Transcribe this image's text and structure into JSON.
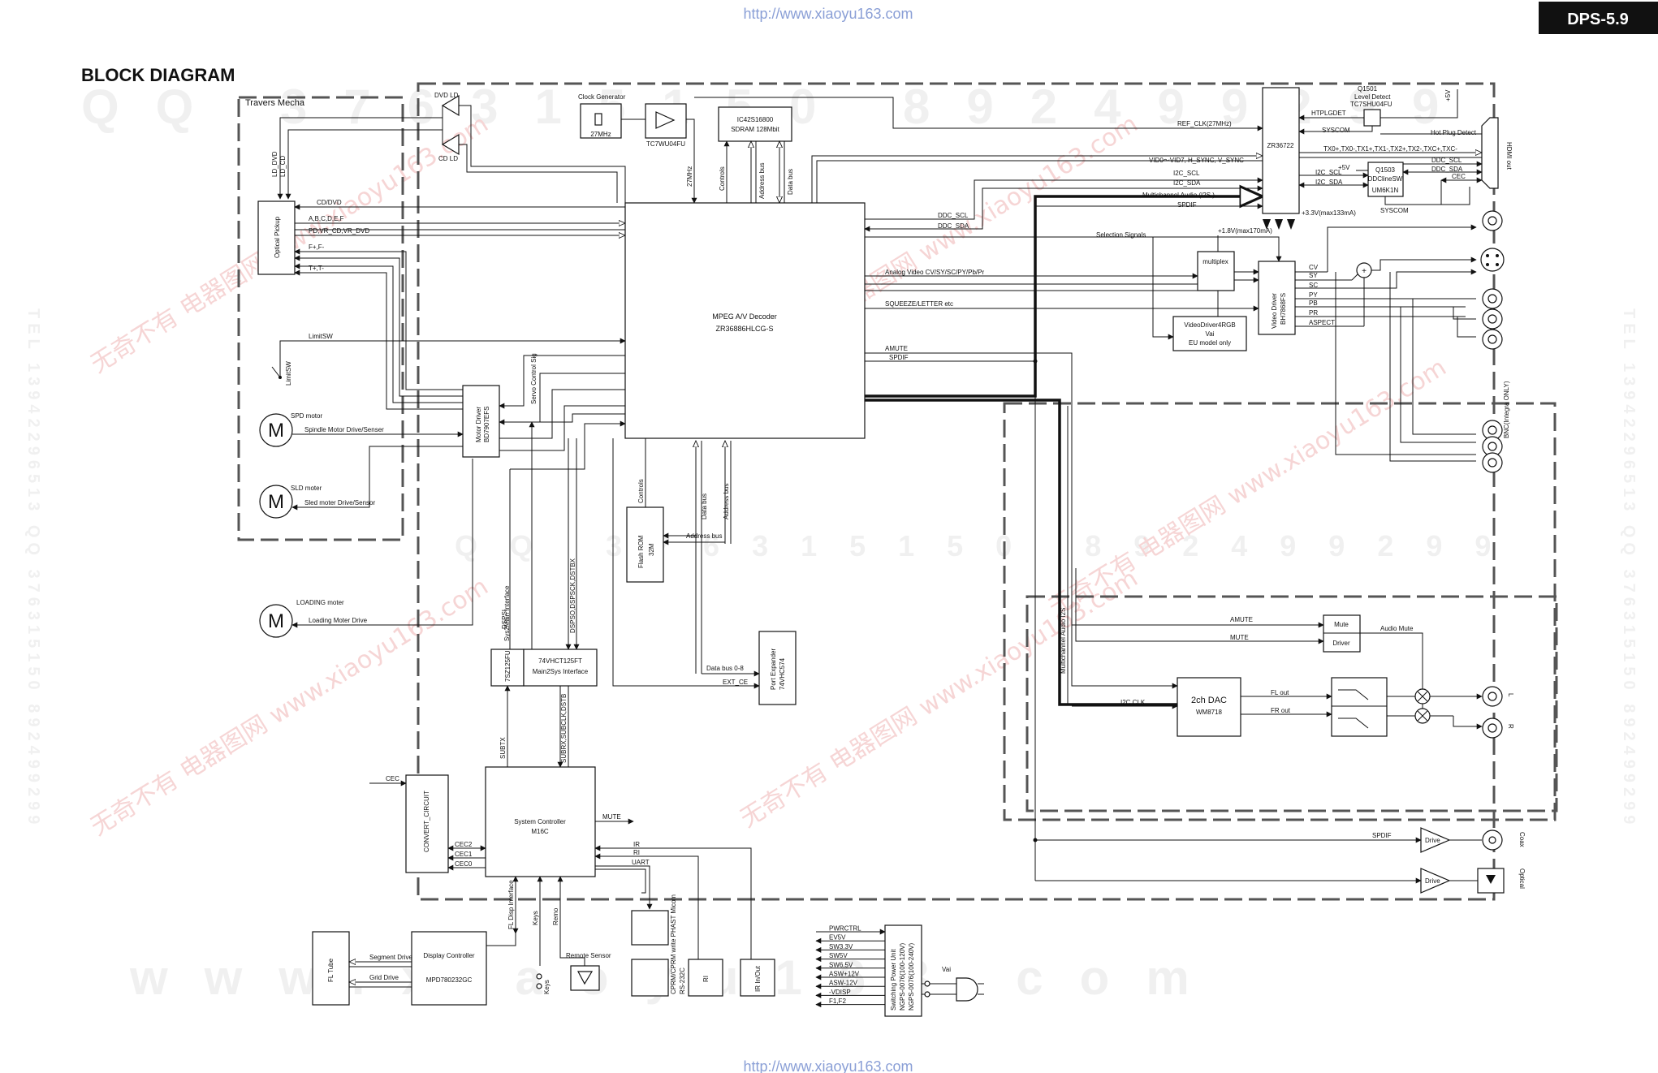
{
  "header": {
    "url_top": "http://www.xiaoyu163.com",
    "url_bottom": "http://www.xiaoyu163.com",
    "model_badge": "DPS-5.9",
    "title": "BLOCK DIAGRAM"
  },
  "watermarks": {
    "row1": "QQ 376315150 892499299",
    "row2": "QQ 376315150 892499299",
    "row3": "www.xiaoyu163.com",
    "red": "无奇不有 电器图网 www.xiaoyu163.com",
    "side_right": "TEL 13942296513 QQ 376315150 892499299",
    "side_left": "TEL 13942296513 QQ 376315150 892499299"
  },
  "travers": {
    "title": "Travers Mecha",
    "dvd_ld": "DVD LD",
    "cd_ld": "CD LD",
    "ld_dvd": "LD_DVD",
    "ld_cd": "LD_CD",
    "cd_dvd": "CD/DVD",
    "optical_pickup": "Optical Pickup",
    "abcdef": "A,B,C,D,E,F",
    "pd_vr": "PD,VR_CD,VR_DVD",
    "f_pm": "F+,F-",
    "t_pm": "T+,T-",
    "limit_sw": "LimitSW",
    "limit_sw2": "LimitSW",
    "spd_motor": "SPD motor",
    "spindle": "Spindle Motor Drive/Senser",
    "sld_motor": "SLD moter",
    "sled": "Sled moter Drive/Sensor",
    "loading_motor": "LOADING moter",
    "loading_drive": "Loading Moter Drive",
    "motor_driver": "Motor Driver",
    "motor_driver_ic": "BD7907EFS"
  },
  "top": {
    "clock_gen": "Clock Generator",
    "clock_freq": "27MHz",
    "buffer_ic": "TC7WU04FU",
    "mhz27": "27MHz",
    "sdram_ic": "IC42S16800",
    "sdram_desc": "SDRAM 128Mbit",
    "controls": "Controls",
    "addr_bus": "Address bus",
    "data_bus": "Data bus"
  },
  "decoder": {
    "name": "MPEG A/V Decoder",
    "ic": "ZR36886HLCG-S",
    "servo": "Servo Control Sig",
    "ddc_scl": "DDC_SCL",
    "ddc_sda": "DDC_SDA",
    "selection": "Selection Signals",
    "analog_video": "Analog Video CV/SY/SC/PY/Pb/Pr",
    "squeeze": "SQUEEZE/LETTER etc",
    "amute": "AMUTE",
    "spdif": "SPDIF"
  },
  "hdmi": {
    "ref_clk": "REF_CLK(27MHz)",
    "vid": "VID0～VID7, H_SYNC, V_SYNC",
    "i2c_scl": "I2C_SCL",
    "i2c_sda": "I2C_SDA",
    "multich": "Multichannel Audio (I2S )",
    "spdif": "SPDIF",
    "zr": "ZR36722",
    "q1501": "Q1501",
    "level_detect": "Level Detect",
    "level_ic": "TC7SHU04FU",
    "htplgdet": "HTPLGDET",
    "syscom": "SYSCOM",
    "hot_plug": "Hot Plug Detect",
    "tx": "TX0+,TX0-,TX1+,TX1-,TX2+,TX2-,TXC+,TXC-",
    "ddc_scl": "DDC_SCL",
    "ddc_sda": "DDC_SDA",
    "cec": "CEC",
    "q1503": "Q1503",
    "ddcline": "DDClineSW",
    "um": "UM6K1N",
    "i2c_scl2": "I2C_SCL",
    "i2c_sda2": "I2C_SDA",
    "syscom2": "SYSCOM",
    "plus5v": "+5V",
    "plus5v2": "+5V",
    "v33": "+3.3V(max133mA)",
    "hdmi_out": "HDMI out"
  },
  "video": {
    "v18": "+1.8V(max170mA)",
    "multiplex": "multiplex",
    "video_driver": "Video Driver",
    "video_ic": "BH7868FS",
    "vd4rgb": "VideoDriver4RGB",
    "vai": "Vai",
    "eu": "EU model only",
    "cv": "CV",
    "sy": "SY",
    "sc": "SC",
    "py": "PY",
    "pb": "PB",
    "pr": "PR",
    "aspect": "ASPECT",
    "bnc": "BNC(Integra ONLY)"
  },
  "audio": {
    "multich": "Multichannel Audio I2S",
    "amute": "AMUTE",
    "mute": "MUTE",
    "mute_box1": "Mute",
    "mute_box2": "Driver",
    "audio_mute": "Audio Mute",
    "dac": "2ch DAC",
    "dac_ic": "WM8718",
    "i2c_clk": "I2C CLK",
    "fl_out": "FL out",
    "fr_out": "FR out",
    "L": "L",
    "R": "R",
    "spdif": "SPDIF",
    "drive1": "Drive",
    "drive2": "Drive",
    "coax": "Coax",
    "optical": "Optical"
  },
  "middle": {
    "flash_ctrl": "Controls",
    "flash": "Flash ROM",
    "flash_size": "32M",
    "data_bus": "Data bus",
    "addr_bus": "Address bus",
    "addr_bus2": "Address bus",
    "dspsi": "DSPSI",
    "dspso": "DSPSO,DSPSCK,DSTBX",
    "sys2main": "Sys2Main Interface",
    "tsz": "7SZ125FU",
    "vhct": "74VHCT125FT",
    "m2s": "Main2Sys Interface",
    "data_bus_08": "Data bus 0-8",
    "ext_ce": "EXT_CE",
    "port_exp": "Port Expander",
    "port_ic": "74VHC574",
    "subtx": "SUBTX",
    "subrx": "SUBRX,SUBCLK,DSTB"
  },
  "system": {
    "cec": "CEC",
    "convert": "CONVERT_CIRCUIT",
    "cec2": "CEC2",
    "cec1": "CEC1",
    "cec0": "CEC0",
    "name": "System Controller",
    "ic": "M16C",
    "mute": "MUTE",
    "ir": "IR",
    "ri": "RI",
    "uart": "UART",
    "fl_disp": "FL Disp Interface",
    "keys": "Keys",
    "remo": "Remo",
    "fl_tube": "FL Tube",
    "segment": "Segment Drive",
    "grid": "Grid Drive",
    "disp_ctrl": "Display Controller",
    "disp_ic": "MPD780232GC",
    "keys2": "Keys",
    "remote": "Remote Sensor",
    "cpu_label": "CPRM/CPRM write  PHAST Micom",
    "rs232": "RS-232C",
    "ri2": "RI",
    "ir_inout": "IR In/Out"
  },
  "power": {
    "lines": [
      "PWRCTRL",
      "EV5V",
      "SW3.3V",
      "SW5V",
      "SW6.5V",
      "ASW+12V",
      "ASW-12V",
      "-VDISP",
      "F1,F2"
    ],
    "psu1": "Switching Power Unit",
    "psu2": "NGPS-0076(100-120V)",
    "psu3": "NGPS-0076(100-240V)",
    "vai": "Vai"
  }
}
